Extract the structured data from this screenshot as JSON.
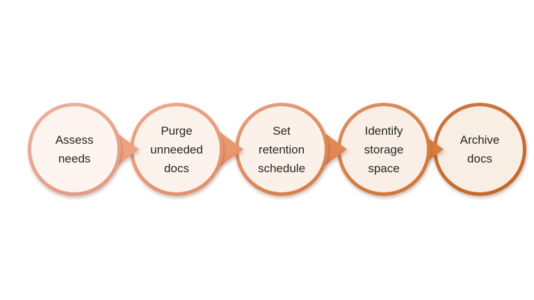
{
  "background_color": "#ffffff",
  "text_color": "#262626",
  "diagram": {
    "type": "process-flow",
    "direction": "left-to-right",
    "steps": [
      {
        "label": "Assess needs",
        "border_gradient": [
          "#eeb2a0",
          "#e29782"
        ],
        "fill": "#fdf3ef"
      },
      {
        "label": "Purge unneeded docs",
        "border_gradient": [
          "#ecaa8c",
          "#e08d66"
        ],
        "fill": "#fcf2ec"
      },
      {
        "label": "Set retention schedule",
        "border_gradient": [
          "#e4a186",
          "#d47c42"
        ],
        "fill": "#fbf1e9"
      },
      {
        "label": "Identify storage space",
        "border_gradient": [
          "#dd9166",
          "#cd7336"
        ],
        "fill": "#f9efe6"
      },
      {
        "label": "Archive docs",
        "border_gradient": [
          "#cf7840",
          "#c26529"
        ],
        "fill": "#f8eee3"
      }
    ],
    "connectors": [
      {
        "gradient": [
          "#f2a987",
          "#e99a76"
        ]
      },
      {
        "gradient": [
          "#ee9f74",
          "#e28f60"
        ]
      },
      {
        "gradient": [
          "#e78f58",
          "#db8148"
        ]
      },
      {
        "gradient": [
          "#e28440",
          "#d57732"
        ]
      }
    ]
  }
}
